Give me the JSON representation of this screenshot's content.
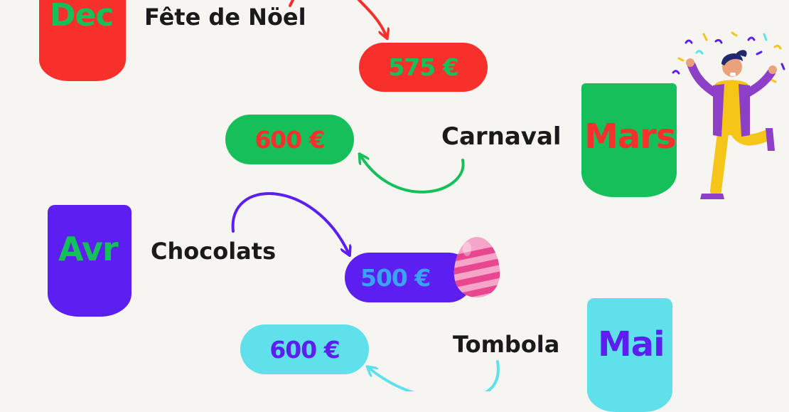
{
  "colors": {
    "background": "#f7f5f1",
    "red": "#f7302c",
    "green": "#15c05a",
    "purple": "#5c1ff0",
    "cyan": "#5fe0ea",
    "blue": "#39a4f5"
  },
  "items": [
    {
      "month": "Dec",
      "event": "Fête de Nöel",
      "amount": "575 €"
    },
    {
      "month": "Mars",
      "event": "Carnaval",
      "amount": "600 €"
    },
    {
      "month": "Avr",
      "event": "Chocolats",
      "amount": "500 €"
    },
    {
      "month": "Mai",
      "event": "Tombola",
      "amount": "600 €"
    }
  ],
  "decorations": {
    "illustration": "celebrating-person-with-confetti",
    "egg": "striped-easter-egg-icon"
  }
}
